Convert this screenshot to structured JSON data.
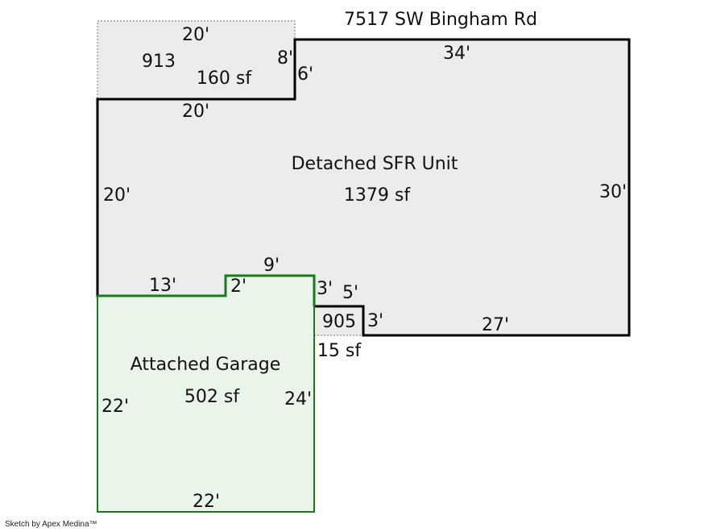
{
  "title": "7517 SW Bingham Rd",
  "credit": "Sketch by Apex Medina™",
  "colors": {
    "area_fill": "#ececec",
    "garage_fill": "#ebf4ea",
    "garage_stroke": "#1a7a1a",
    "wall": "#000000"
  },
  "areas": {
    "porch": {
      "code": "913",
      "area": "160 sf",
      "dims": {
        "top": "20'",
        "right": "8'"
      }
    },
    "main": {
      "name": "Detached SFR Unit",
      "area": "1379 sf",
      "dims": {
        "top": "34'",
        "left_step": "6'",
        "upper_left": "20'",
        "left": "20'",
        "right": "30'",
        "bottom": "27'",
        "notch_right": "3'",
        "notch_top": "5'",
        "garage_step": "3'",
        "garage_top": "9'",
        "garage_jog": "2'",
        "garage_left": "13'"
      }
    },
    "garage": {
      "name": "Attached Garage",
      "area": "502 sf",
      "dims": {
        "left": "22'",
        "right": "24'",
        "bottom": "22'"
      }
    },
    "nook": {
      "code": "905",
      "area": "15 sf"
    }
  }
}
